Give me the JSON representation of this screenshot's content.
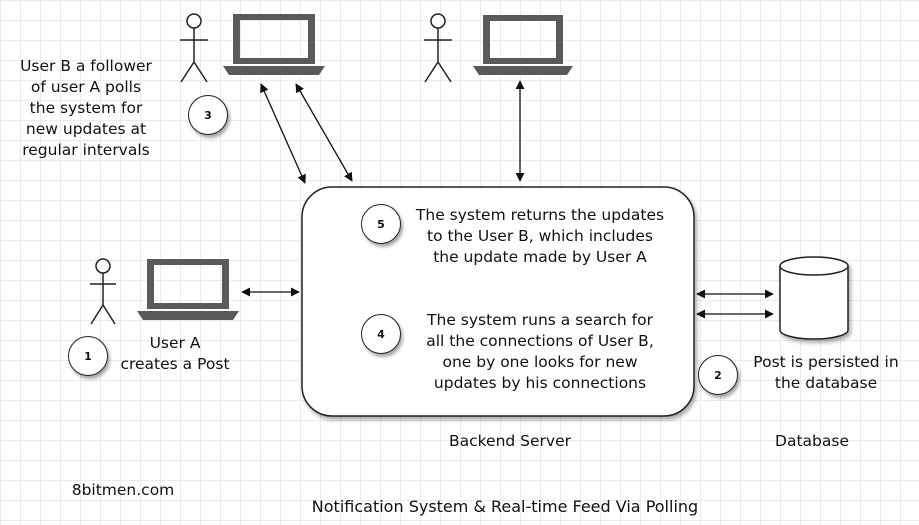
{
  "diagram": {
    "title": "Notification System & Real-time Feed Via Polling",
    "watermark": "8bitmen.com",
    "server_label": "Backend Server",
    "database_label": "Database",
    "user_a_label": "User A\ncreates a Post",
    "user_b_note": "User B a follower\nof user A polls\nthe system for\nnew updates at\nregular intervals",
    "steps": [
      {
        "number": "1"
      },
      {
        "number": "2",
        "text": "Post is persisted in\nthe database"
      },
      {
        "number": "3"
      },
      {
        "number": "4",
        "text": "The system runs a search for\nall the connections of User B,\none by one looks for new\nupdates by his connections"
      },
      {
        "number": "5",
        "text": "The system returns the updates\nto the User B, which includes\nthe update made by User A"
      }
    ]
  }
}
